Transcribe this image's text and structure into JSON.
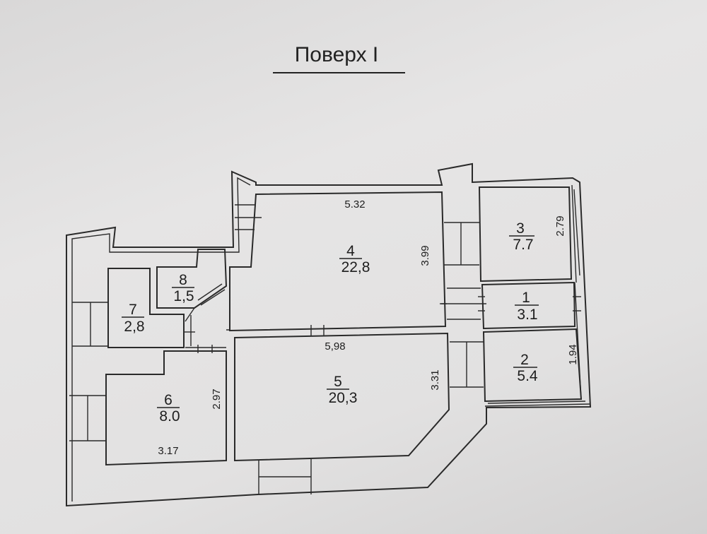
{
  "title": "Поверх I",
  "rooms": [
    {
      "number": "1",
      "area": "3.1"
    },
    {
      "number": "2",
      "area": "5.4"
    },
    {
      "number": "3",
      "area": "7.7"
    },
    {
      "number": "4",
      "area": "22,8"
    },
    {
      "number": "5",
      "area": "20,3"
    },
    {
      "number": "6",
      "area": "8.0"
    },
    {
      "number": "7",
      "area": "2,8"
    },
    {
      "number": "8",
      "area": "1,5"
    }
  ],
  "dimensions": {
    "room4_width": "5.32",
    "room4_depth": "3.99",
    "room5_width": "5,98",
    "room5_depth": "3.31",
    "room3_depth": "2.79",
    "room2_depth": "1.94",
    "room6_depth": "2.97",
    "room6_width": "3.17"
  }
}
